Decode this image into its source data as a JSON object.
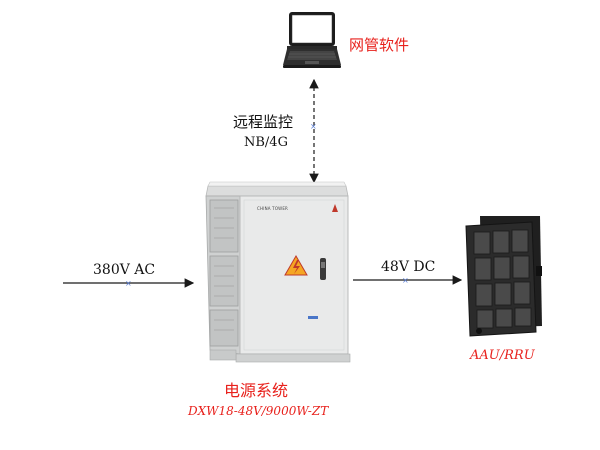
{
  "nodes": {
    "nms_software": {
      "label": "网管软件"
    },
    "power_system": {
      "label": "电源系统",
      "model": "DXW18-48V/9000W-ZT"
    },
    "aau_rru": {
      "label": "AAU/RRU"
    }
  },
  "links": {
    "remote_monitor": {
      "label": "远程监控",
      "protocol": "NB/4G"
    },
    "ac_input": {
      "label": "380V AC"
    },
    "dc_output": {
      "label": "48V DC"
    }
  },
  "cabinet": {
    "brand_text": "CHINA TOWER"
  },
  "colors": {
    "accent_red": "#e8211c",
    "line": "#1a1a1a",
    "marker": "#5b7fd6",
    "cabinet_body": "#e9eaea",
    "rru_body": "#2b2b2b"
  }
}
